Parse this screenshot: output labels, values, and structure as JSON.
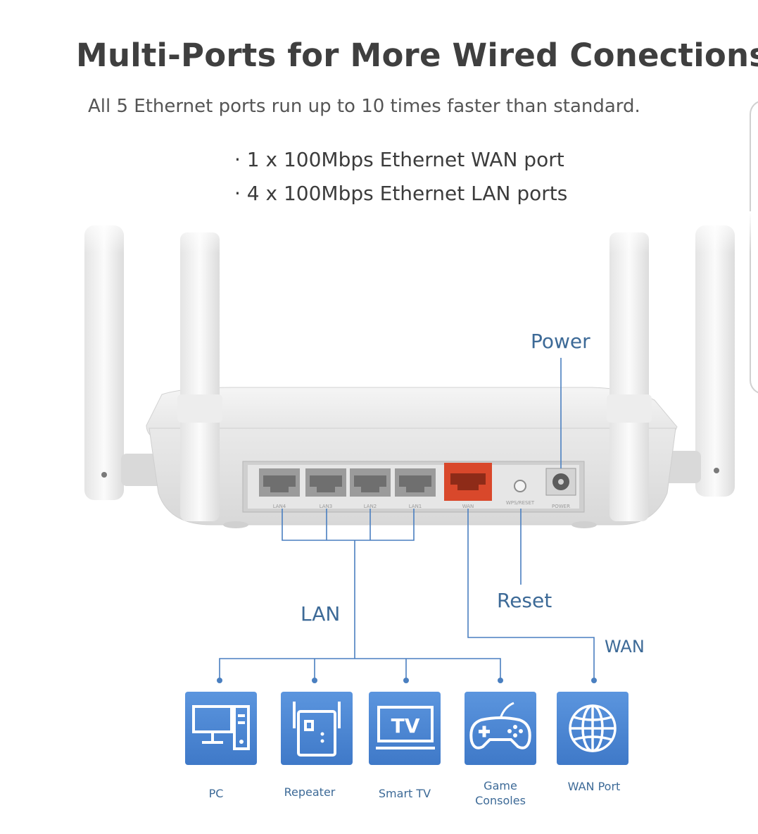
{
  "header": {
    "title": "Multi-Ports for More Wired Conections",
    "subtitle": "All 5 Ethernet ports run up to 10 times faster than standard.",
    "specs": [
      "· 1  x 100Mbps Ethernet WAN port",
      "· 4 x 100Mbps Ethernet LAN ports"
    ]
  },
  "router": {
    "ports": [
      "LAN4",
      "LAN3",
      "LAN2",
      "LAN1",
      "WAN",
      "WPS/RESET",
      "POWER"
    ]
  },
  "callouts": {
    "power": "Power",
    "lan": "LAN",
    "reset": "Reset",
    "wan": "WAN"
  },
  "devices": [
    {
      "id": "pc",
      "label": "PC"
    },
    {
      "id": "repeater",
      "label": "Repeater"
    },
    {
      "id": "smart-tv",
      "label": "Smart TV",
      "icon_text": "TV"
    },
    {
      "id": "game-consoles",
      "label": "Game\nConsoles"
    },
    {
      "id": "wan-port",
      "label": "WAN Port"
    }
  ],
  "colors": {
    "title": "#3f3f3f",
    "callout": "#3d6a97",
    "line": "#4a7fc0",
    "tile": "#4a86d4",
    "wan_port": "#d9482b"
  }
}
